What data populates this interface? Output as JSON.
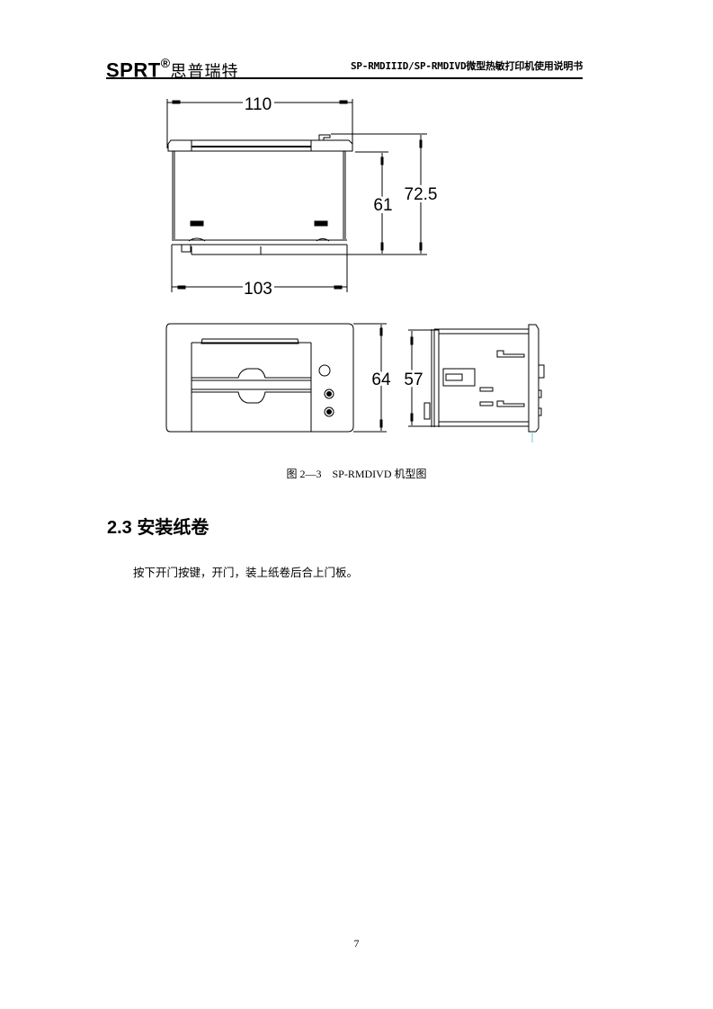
{
  "header": {
    "brand": "SPRT",
    "registered_mark": "®",
    "brand_cn": "思普瑞特",
    "document_title": "SP-RMDIIID/SP-RMDIVD微型热敏打印机使用说明书"
  },
  "figure": {
    "top_view": {
      "width_top": "110",
      "width_bottom": "103",
      "height_inner": "61",
      "height_outer": "72.5"
    },
    "front_view": {
      "height_outer": "64",
      "height_inner": "57"
    },
    "caption": "图 2—3　SP-RMDIVD 机型图"
  },
  "section": {
    "heading": "2.3  安装纸卷",
    "paragraph": "按下开门按键，开门，装上纸卷后合上门板。"
  },
  "footer": {
    "page_number": "7"
  }
}
